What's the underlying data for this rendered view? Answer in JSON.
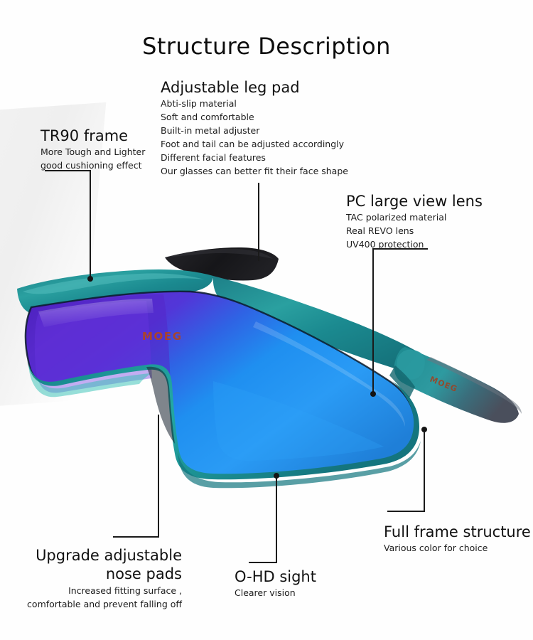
{
  "page": {
    "title": "Structure Description",
    "background_color": "#fefefe",
    "text_color": "#141414"
  },
  "product": {
    "brand_logo": "MOEG",
    "colors": {
      "frame_teal": "#1f8c91",
      "frame_teal_light": "#49b3b3",
      "frame_teal_dark": "#12666d",
      "lens_purple": "#5b2fd0",
      "lens_blue": "#1f8ff0",
      "lens_blue_light": "#36a6f7",
      "leg_pad_black": "#1d1d1f",
      "logo_orange": "#b1451d"
    }
  },
  "callouts": [
    {
      "id": "leg-pad",
      "heading": "Adjustable leg pad",
      "lines": [
        "Abti-slip material",
        "Soft and comfortable",
        "Built-in metal adjuster",
        "Foot and tail can be adjusted accordingly",
        "Different facial features",
        "Our glasses can better fit their face shape"
      ]
    },
    {
      "id": "tr90",
      "heading": "TR90 frame",
      "lines": [
        "More Tough and Lighter",
        "good cushioning effect"
      ]
    },
    {
      "id": "pc-lens",
      "heading": "PC large view lens",
      "lines": [
        "TAC polarized material",
        "Real REVO lens",
        "UV400 protection"
      ]
    },
    {
      "id": "full-frame",
      "heading": "Full frame structure",
      "lines": [
        "Various color for choice"
      ]
    },
    {
      "id": "nose-pads",
      "heading": "Upgrade adjustable nose pads",
      "lines": [
        "Increased fitting surface ,",
        "comfortable and prevent falling off"
      ]
    },
    {
      "id": "ohd",
      "heading": "O-HD sight",
      "lines": [
        "Clearer vision"
      ]
    }
  ]
}
